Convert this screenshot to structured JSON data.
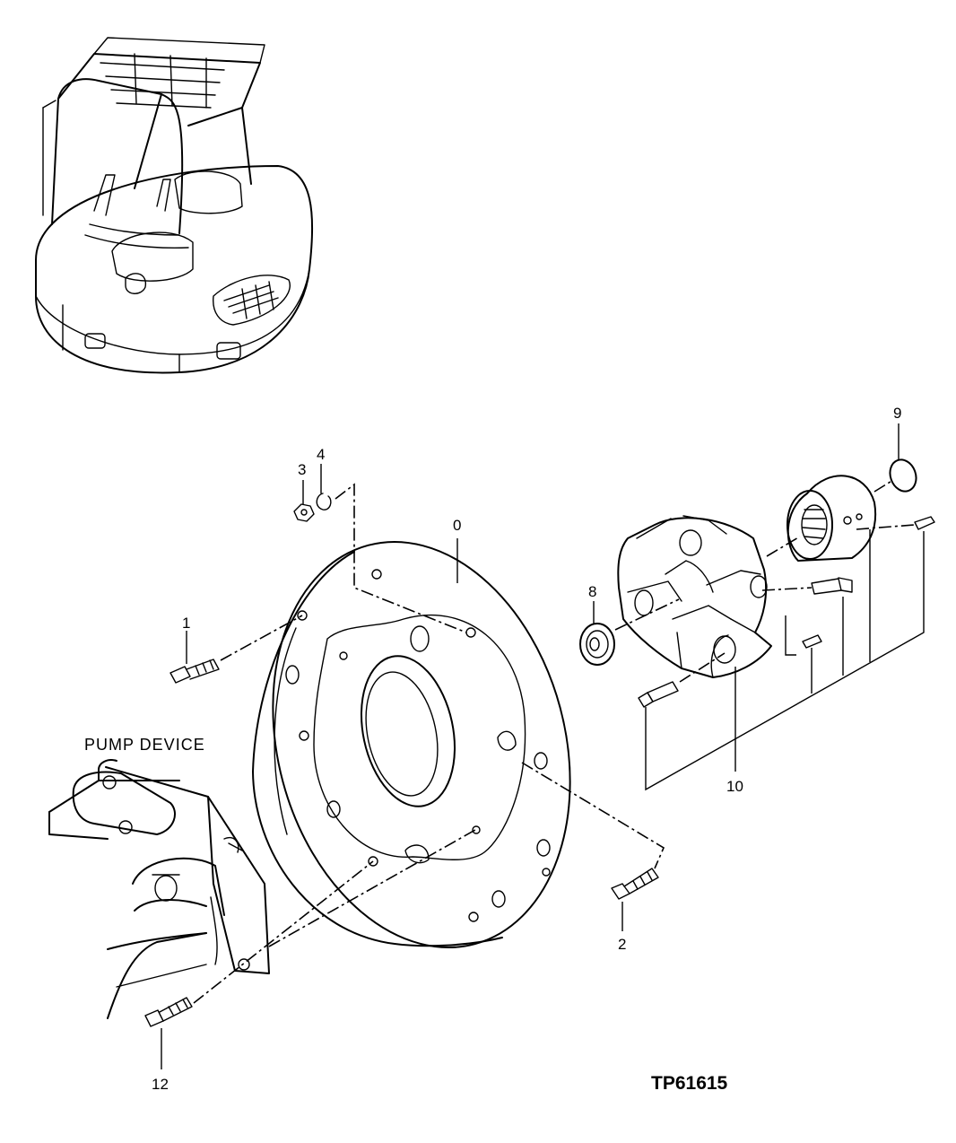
{
  "diagram": {
    "figure_id": "TP61615",
    "caption_pump": "PUMP DEVICE",
    "callouts": {
      "c0": "0",
      "c1": "1",
      "c2": "2",
      "c3": "3",
      "c4": "4",
      "c8": "8",
      "c9": "9",
      "c10": "10",
      "c12": "12"
    }
  }
}
